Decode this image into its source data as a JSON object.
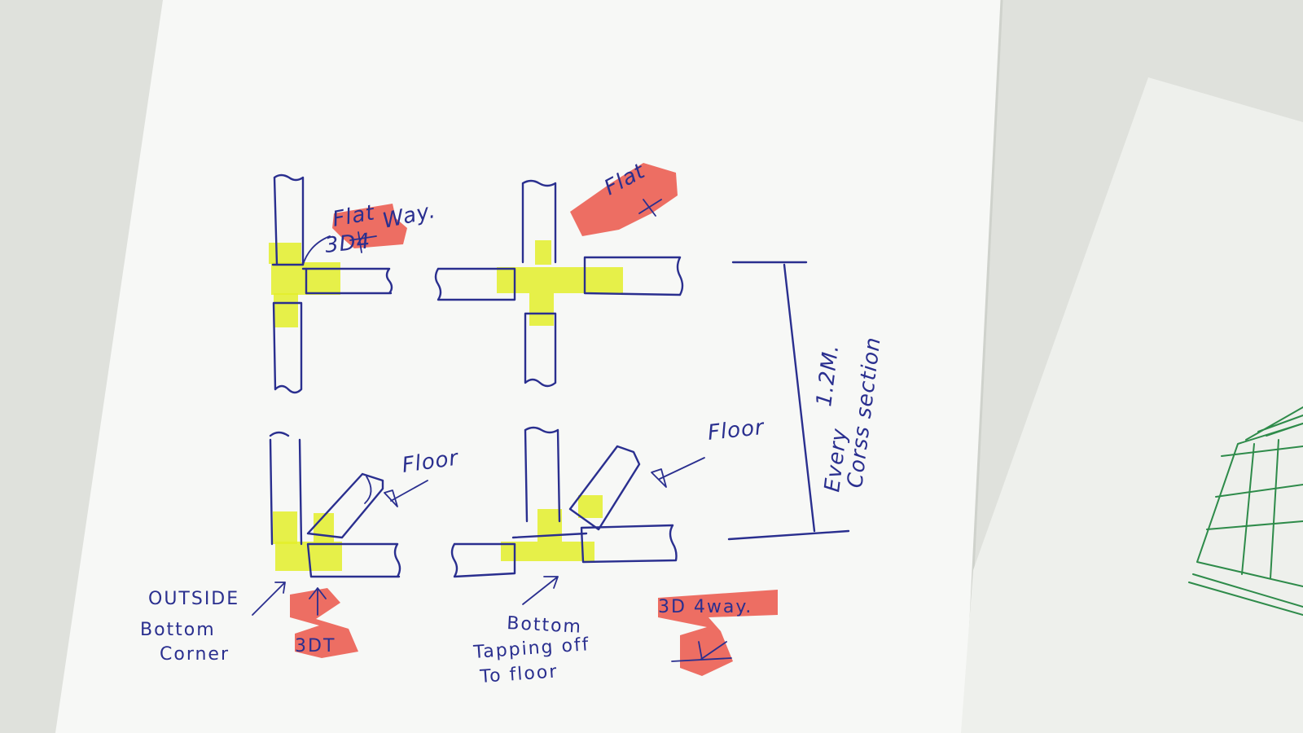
{
  "labels": {
    "top_left_flat": "Flat",
    "top_left_3d": "3D4",
    "top_left_way": "Way.",
    "top_right_flat": "Flat",
    "dimension": "1.2M.",
    "dimension_note_line1": "Every",
    "dimension_note_line2": "Corss section",
    "floor_left": "Floor",
    "floor_right": "Floor",
    "outside_line1": "OUTSIDE",
    "outside_line2": "Bottom",
    "outside_line3": "Corner",
    "tee_3d": "3DT",
    "bottom_line1": "Bottom",
    "bottom_line2": "Tapping off",
    "bottom_line3": "To floor",
    "fourway_3d": "3D 4way."
  },
  "colors": {
    "ink": "#2a2f8f",
    "yellow_highlight": "#e3ef2a",
    "red_highlight": "#ec5a4e",
    "paper": "#f7f8f6",
    "desk": "#dfe1dc"
  }
}
